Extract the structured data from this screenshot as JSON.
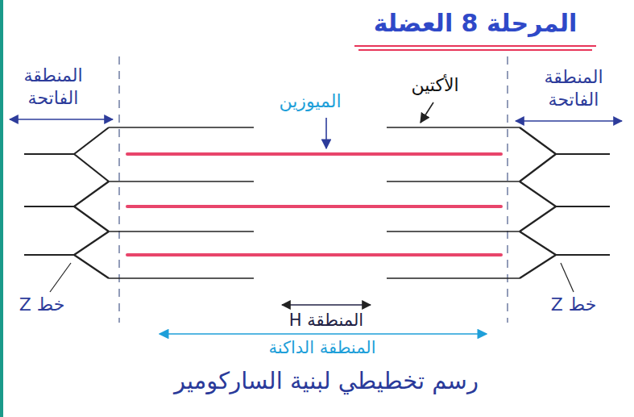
{
  "diagram": {
    "title": "المرحلة 8 العضلة",
    "caption": "رسم تخطيطي لبنية الساركومير",
    "labels": [
      "المنطقة الفاتحة",
      "المنطقة الفاتحة",
      "الأكتين",
      "الميوزين",
      "خط Z",
      "خط Z",
      "المنطقة H",
      "المنطقة الداكنة"
    ]
  }
}
